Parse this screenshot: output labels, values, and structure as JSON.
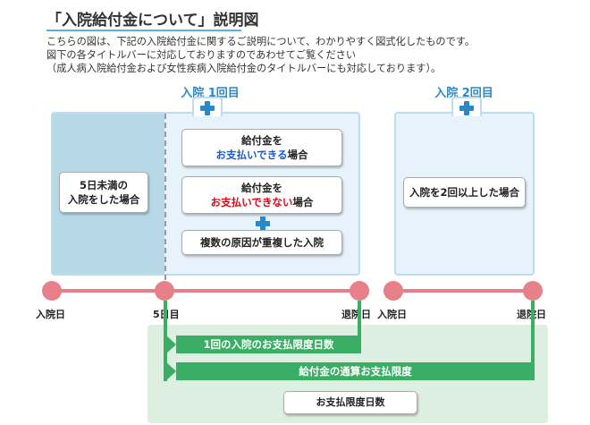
{
  "header": {
    "title": "「入院給付金について」説明図",
    "intro_lines": [
      "こちらの図は、下記の入院給付金に関するご説明について、わかりやすく図式化したものです。",
      "図下の各タイトルバーに対応しておりますのであわせてご覧ください",
      "（成人病入院給付金および女性疾病入院給付金のタイトルバーにも対応しております）。"
    ]
  },
  "hospitalization1": {
    "label": "入院 1回目",
    "left_box": [
      "5日未満の",
      "入院をした場合"
    ],
    "case_payable": {
      "line1": "給付金を",
      "highlight": "お支払いできる",
      "suffix": "場合"
    },
    "case_not_payable": {
      "line1": "給付金を",
      "highlight": "お支払いできない",
      "suffix": "場合"
    },
    "case_multiple": "複数の原因が重複した入院"
  },
  "hospitalization2": {
    "label": "入院 2回目",
    "box": "入院を2回以上した場合"
  },
  "timeline": {
    "labels": [
      "入院日",
      "5日目",
      "退院日",
      "入院日",
      "退院日"
    ]
  },
  "limits": {
    "per_stay": "1回の入院のお支払限度日数",
    "total": "給付金の通算お支払限度",
    "legend": "お支払限度日数"
  },
  "colors": {
    "accent_blue": "#2a88c8",
    "timeline_pink": "#e8808a",
    "limit_green": "#3aae65",
    "highlight_blue": "#1a58d8",
    "highlight_red": "#e60012"
  }
}
